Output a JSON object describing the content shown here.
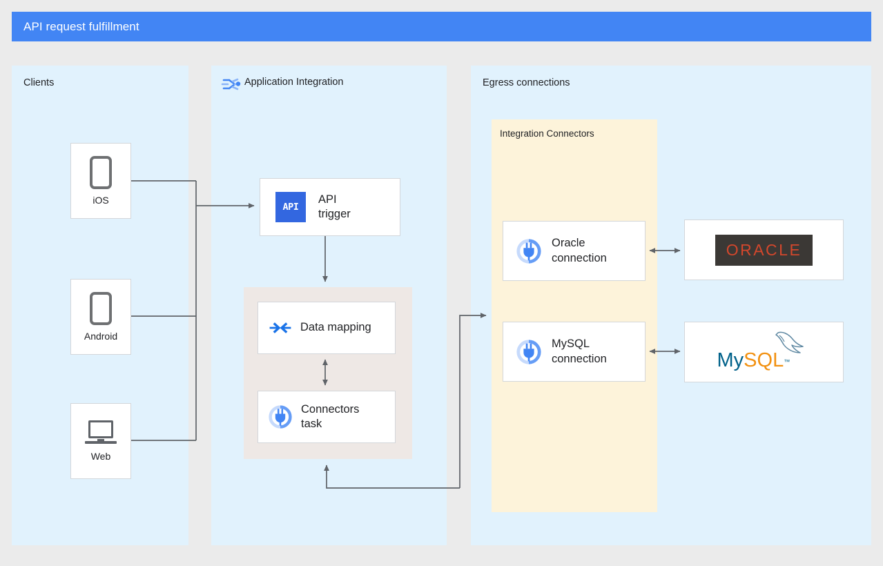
{
  "header": {
    "title": "API request fulfillment",
    "bar_color": "#4285f4"
  },
  "panels": {
    "clients": {
      "label": "Clients",
      "color": "#e1f2fd"
    },
    "application_integration": {
      "label": "Application Integration",
      "icon": "application-integration-icon",
      "color": "#e1f2fd"
    },
    "egress": {
      "label": "Egress connections",
      "color": "#e1f2fd"
    },
    "integration_connectors": {
      "label": "Integration Connectors",
      "color": "#fdf3da"
    }
  },
  "clients": [
    {
      "label": "iOS",
      "icon": "mobile-phone-icon"
    },
    {
      "label": "Android",
      "icon": "mobile-phone-icon"
    },
    {
      "label": "Web",
      "icon": "laptop-icon"
    }
  ],
  "integration_tasks": {
    "api_trigger": {
      "label": "API\ntrigger",
      "icon": "api-trigger-icon",
      "glyph": "API",
      "glyph_color": "#3367e0"
    },
    "data_mapping": {
      "label": "Data mapping",
      "icon": "data-mapping-icon"
    },
    "connectors_task": {
      "label": "Connectors\ntask",
      "icon": "connector-plug-icon"
    }
  },
  "connections": [
    {
      "label": "Oracle\nconnection",
      "icon": "connector-plug-icon"
    },
    {
      "label": "MySQL\nconnection",
      "icon": "connector-plug-icon"
    }
  ],
  "backends": [
    {
      "name": "oracle-logo",
      "text": "ORACLE",
      "text_color": "#d4472c",
      "background": "#3b3835"
    },
    {
      "name": "mysql-logo",
      "text_primary": "My",
      "text_secondary": "SQL",
      "trademark": "™",
      "primary_color": "#00618a",
      "secondary_color": "#f29111"
    }
  ],
  "edges": [
    {
      "from": "iOS",
      "to": "API trigger",
      "style": "arrow"
    },
    {
      "from": "Android",
      "to": "API trigger",
      "style": "arrow"
    },
    {
      "from": "Web",
      "to": "API trigger",
      "style": "arrow"
    },
    {
      "from": "API trigger",
      "to": "Data mapping",
      "style": "arrow"
    },
    {
      "from": "Data mapping",
      "to": "Connectors task",
      "style": "double-arrow"
    },
    {
      "from": "Connectors task",
      "to": "Integration Connectors",
      "style": "arrow"
    },
    {
      "from": "Integration Connectors",
      "to": "Connectors task",
      "style": "arrow"
    },
    {
      "from": "Oracle connection",
      "to": "Oracle",
      "style": "double-arrow"
    },
    {
      "from": "MySQL connection",
      "to": "MySQL",
      "style": "double-arrow"
    }
  ],
  "colors": {
    "line": "#5f6368",
    "canvas": "#ebebeb",
    "card_border": "#d3d6da",
    "task_group": "#eee8e5"
  }
}
